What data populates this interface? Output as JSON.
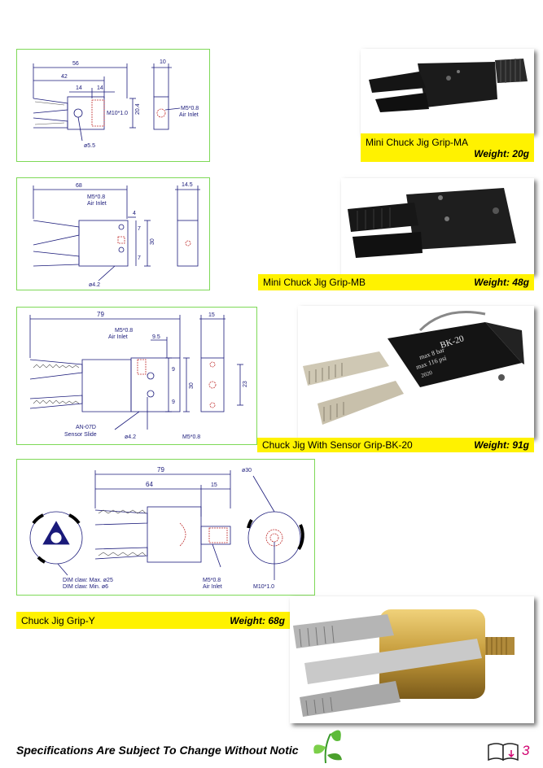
{
  "products": [
    {
      "name": "Mini Chuck Jig   Grip-MA",
      "weight": "Weight: 20g",
      "dims": [
        "56",
        "42",
        "14",
        "14",
        "10",
        "M10*1.0",
        "20.4",
        "M5*0.8",
        "Air Inlet",
        "ø5.5"
      ]
    },
    {
      "name": "Mini Chuck Jig   Grip-MB",
      "weight": "Weight: 48g",
      "dims": [
        "68",
        "M5*0.8",
        "Air Inlet",
        "4",
        "7",
        "30",
        "7",
        "ø4.2",
        "14.5"
      ]
    },
    {
      "name": "Chuck Jig With Sensor  Grip-BK-20",
      "weight": "Weight: 91g",
      "dims": [
        "79",
        "M5*0.8",
        "Air Inlet",
        "9.5",
        "9",
        "30",
        "9",
        "15",
        "23",
        "AN-07D",
        "Sensor Slide",
        "ø4.2",
        "M5*0.8"
      ]
    },
    {
      "name": "Chuck Jig   Grip-Y",
      "weight": "Weight: 68g",
      "dims": [
        "79",
        "64",
        "15",
        "ø30",
        "DIM claw: Max. ø25",
        "DIM claw: Min. ø6",
        "M5*0.8",
        "Air Inlet",
        "M10*1.0"
      ]
    }
  ],
  "photo_text": {
    "bk20_line1": "BK-20",
    "bk20_line2": "max 8 bar",
    "bk20_line3": "max 116 psi",
    "bk20_line4": "2020"
  },
  "footer": "Specifications Are Subject To Change Without Notic",
  "page_number": "3",
  "colors": {
    "label_bg": "#fff200",
    "frame": "#7ed957",
    "page_number": "#d1006f"
  },
  "icons": [
    "leaf-icon",
    "book-icon"
  ]
}
